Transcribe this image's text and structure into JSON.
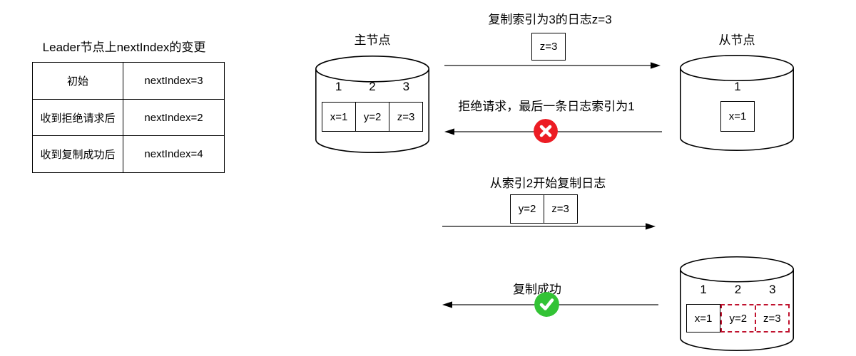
{
  "colors": {
    "reject_red": "#ec1c24",
    "success_green": "#33c335",
    "uncommitted_red": "#c0122e",
    "ink": "#000000"
  },
  "next_index_table": {
    "title": "Leader节点上nextIndex的变更",
    "rows": [
      {
        "stage": "初始",
        "value": "nextIndex=3"
      },
      {
        "stage": "收到拒绝请求后",
        "value": "nextIndex=2"
      },
      {
        "stage": "收到复制成功后",
        "value": "nextIndex=4"
      }
    ]
  },
  "leader_node": {
    "label": "主节点",
    "log_indices": [
      "1",
      "2",
      "3"
    ],
    "log_entries": [
      "x=1",
      "y=2",
      "z=3"
    ]
  },
  "follower_node_before": {
    "label": "从节点",
    "log_indices": [
      "1"
    ],
    "log_entries": [
      "x=1"
    ]
  },
  "follower_node_after": {
    "log_indices": [
      "1",
      "2",
      "3"
    ],
    "log_entries": [
      {
        "text": "x=1",
        "style": "solid-black"
      },
      {
        "text": "y=2",
        "style": "dashed-red"
      },
      {
        "text": "z=3",
        "style": "dashed-red"
      }
    ]
  },
  "messages": [
    {
      "label": "复制索引为3的日志z=3",
      "direction": "right",
      "payload": [
        "z=3"
      ],
      "icon": ""
    },
    {
      "label": "拒绝请求，最后一条日志索引为1",
      "direction": "left",
      "payload": [],
      "icon": "reject-cross-icon"
    },
    {
      "label": "从索引2开始复制日志",
      "direction": "right",
      "payload": [
        "y=2",
        "z=3"
      ],
      "icon": ""
    },
    {
      "label": "复制成功",
      "direction": "left",
      "payload": [],
      "icon": "success-check-icon"
    }
  ]
}
